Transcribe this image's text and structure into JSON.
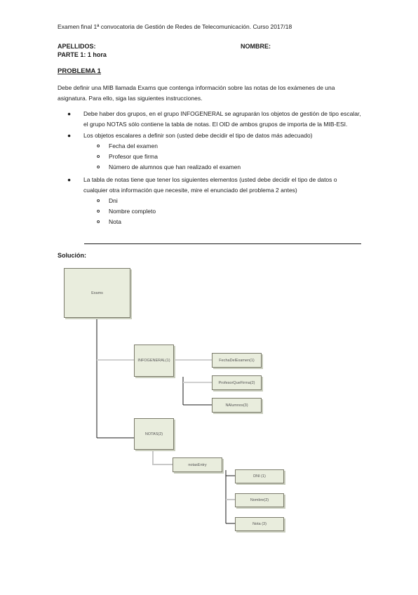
{
  "header": "Examen final 1ª convocatoria de Gestión de Redes de Telecomunicación.  Curso 2017/18",
  "fields": {
    "apellidos": "APELLIDOS:",
    "nombre": "NOMBRE:",
    "parte": "PARTE 1: 1 hora"
  },
  "problem": {
    "title": "PROBLEMA 1",
    "intro": "Debe definir una MIB llamada Exams que contenga información sobre las notas de los exámenes de una asignatura. Para ello, siga las siguientes instrucciones.",
    "bullets": [
      "Debe haber dos grupos, en el grupo INFOGENERAL se agruparán los objetos de gestión de tipo escalar, el grupo NOTAS sólo contiene la tabla de notas. El OID de ambos grupos de importa de la MIB-ESI.",
      "Los objetos escalares a definir son (usted debe decidir el tipo de datos más adecuado)",
      "La tabla de notas tiene que tener los siguientes elementos (usted debe decidir el tipo de datos o cualquier otra información que necesite, mire el enunciado del problema 2 antes)"
    ],
    "scalar_items": [
      "Fecha del examen",
      "Profesor que firma",
      "Número de alumnos que han realizado el examen"
    ],
    "table_items": [
      "Dni",
      "Nombre completo",
      "Nota"
    ],
    "bullet_symbol": "●",
    "sub_bullet_symbol": "o"
  },
  "solution_label": "Solución:",
  "diagram": {
    "nodes": {
      "root": "Exams",
      "infogeneral": "INFOGENERAL(1)",
      "fecha": "FechaDelExamen(1)",
      "profesor": "ProfesorQueFirma(2)",
      "alumnos": "NAlumnos(3)",
      "notas": "NOTAS(2)",
      "entry": "notasEntry",
      "dni": "DNI (1)",
      "nombre": "Nombre(2)",
      "nota": "Nota (3)"
    },
    "colors": {
      "node_fill": "#e9eddd",
      "line": "#1a1a1a",
      "light_line": "#c8c8c8"
    }
  }
}
